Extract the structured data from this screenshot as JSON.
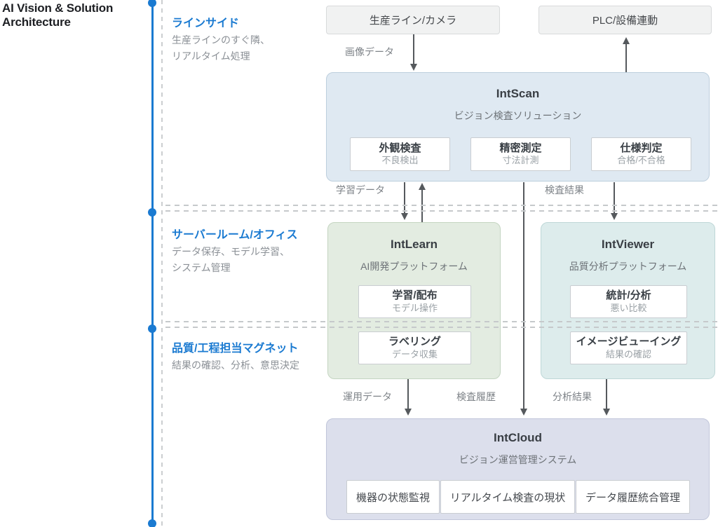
{
  "title": "AI Vision & Solution Architecture",
  "lanes": [
    {
      "heading": "ラインサイド",
      "lines": [
        "生産ラインのすぐ隣、",
        "リアルタイム処理"
      ]
    },
    {
      "heading": "サーバールーム/オフィス",
      "lines": [
        "データ保存、モデル学習、",
        "システム管理"
      ]
    },
    {
      "heading": "品質/工程担当マグネット",
      "lines": [
        "結果の確認、分析、意思決定"
      ]
    }
  ],
  "external": {
    "production_line": "生産ライン/カメラ",
    "plc": "PLC/設備連動"
  },
  "products": {
    "intscan": {
      "name": "IntScan",
      "subtitle": "ビジョン検査ソリューション",
      "features": [
        {
          "title": "外観検査",
          "sub": "不良検出"
        },
        {
          "title": "精密測定",
          "sub": "寸法計測"
        },
        {
          "title": "仕様判定",
          "sub": "合格/不合格"
        }
      ]
    },
    "intlearn": {
      "name": "IntLearn",
      "subtitle": "AI開発プラットフォーム",
      "features": [
        {
          "title": "学習/配布",
          "sub": "モデル操作"
        },
        {
          "title": "ラベリング",
          "sub": "データ収集"
        }
      ]
    },
    "intviewer": {
      "name": "IntViewer",
      "subtitle": "品質分析プラットフォーム",
      "features": [
        {
          "title": "統計/分析",
          "sub": "悪い比較"
        },
        {
          "title": "イメージビューイング",
          "sub": "結果の確認"
        }
      ]
    },
    "intcloud": {
      "name": "IntCloud",
      "subtitle": "ビジョン運営管理システム",
      "features": [
        {
          "title": "機器の状態監視"
        },
        {
          "title": "リアルタイム検査の現状"
        },
        {
          "title": "データ履歴統合管理"
        }
      ]
    }
  },
  "flows": {
    "image_data": "画像データ",
    "training_data": "学習データ",
    "inspection_result": "検査結果",
    "operation_data": "運用データ",
    "inspection_history": "検査履歴",
    "analysis_result": "分析結果"
  },
  "colors": {
    "accent_blue": "#1a7ad1",
    "intscan_fill": "#dfe9f2",
    "intlearn_fill": "#e3ece1",
    "intviewer_fill": "#ddecec",
    "intcloud_fill": "#dcdfec",
    "external_fill": "#f1f2f2"
  }
}
